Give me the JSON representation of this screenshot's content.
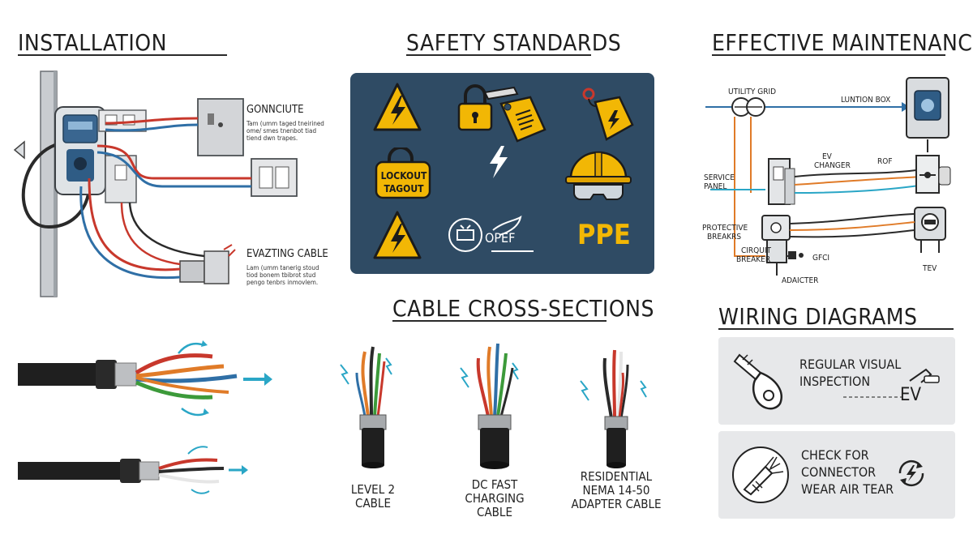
{
  "headings": {
    "installation": "INSTALLATION",
    "safety_standards": "SAFETY STANDARDS",
    "effective_maintenance": "EFFECTIVE MAINTENANCE",
    "cable_cross_sections": "CABLE CROSS-SECTIONS",
    "wiring_diagrams": "WIRING DIAGRAMS"
  },
  "installation": {
    "label_top": "GONNCIUTE",
    "note_top": [
      "Tam (umm taged tneirined",
      "ome/ smes tnenbot tiad",
      "tiend dwn trapes."
    ],
    "label_bottom": "EVAZTING CABLE",
    "note_bottom": [
      "Lam (umm tanerig stoud",
      "tiod bonem tbibrot stud",
      "pengo tenbrs inmovlem."
    ]
  },
  "safety": {
    "lockout_line1": "LOCKOUT",
    "lockout_line2": "TAGOUT",
    "opef_label": "OPEF",
    "ppe_label": "PPE"
  },
  "maintenance": {
    "utility_grid": "UTILITY GRID",
    "junction_box": "LUNTION BOX",
    "ev_charger_line1": "EV",
    "ev_charger_line2": "CHANGER",
    "rof": "ROF",
    "service_panel_line1": "SERVICE",
    "service_panel_line2": "PANEL",
    "protective_line1": "PROTECTIVE",
    "protective_line2": "BREAKRS",
    "circuit_line1": "CIRQUIT",
    "circuit_line2": "BREAKER",
    "gfci": "GFCI",
    "adapter": "ADAICTER",
    "tev": "TEV"
  },
  "cables": [
    {
      "line1": "LEVEL 2",
      "line2": "CABLE",
      "line3": ""
    },
    {
      "line1": "DC FAST",
      "line2": "CHARGING",
      "line3": "CABLE"
    },
    {
      "line1": "RESIDENTIAL",
      "line2": "NEMA 14-50",
      "line3": "ADAPTER CABLE"
    }
  ],
  "wiring": {
    "item1_line1": "REGULAR VISUAL",
    "item1_line2": "INSPECTION",
    "item1_tag": "EV",
    "item2_line1": "CHECK FOR",
    "item2_line2": "CONNECTOR",
    "item2_line3": "WEAR AIR TEAR"
  },
  "colors": {
    "panel_blue": "#2f4b64",
    "warning_yellow": "#f2b705",
    "wire_red": "#c8382c",
    "wire_blue": "#2f6fa6",
    "wire_orange": "#e07b28",
    "wire_green": "#3c9a3a",
    "wire_cyan": "#2aa6c6",
    "box_gray": "#e7e8ea"
  }
}
